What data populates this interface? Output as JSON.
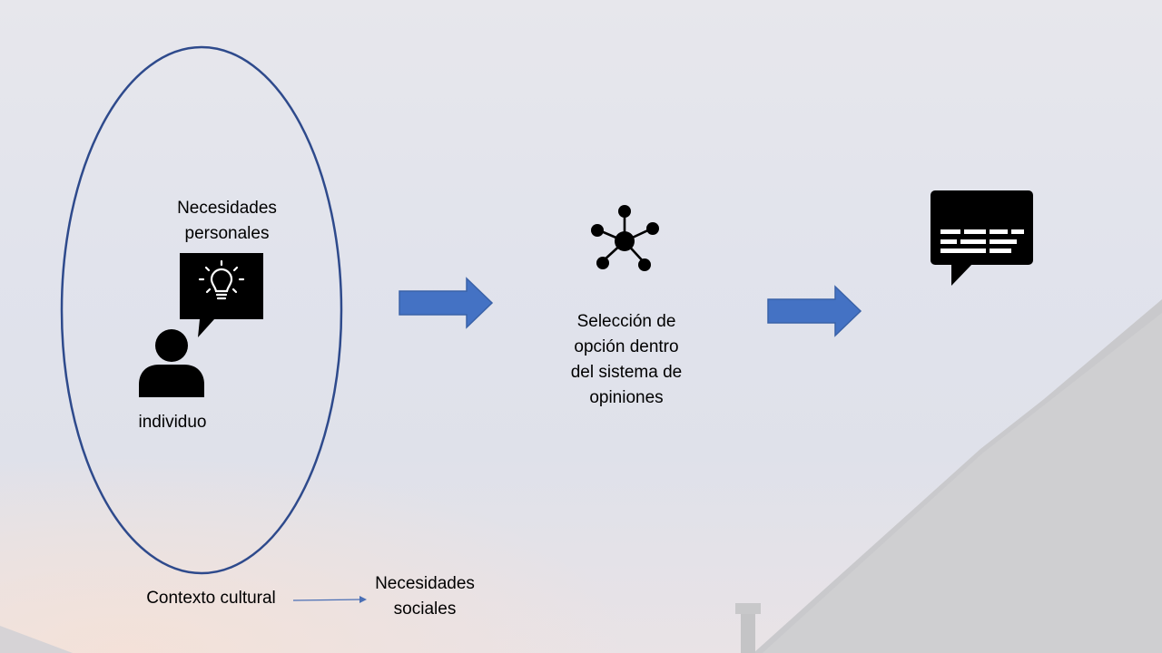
{
  "labels": {
    "personal_needs": "Necesidades\npersonales",
    "individual": "individuo",
    "selection": "Selección de\nopción dentro\ndel sistema de\nopiniones",
    "cultural_context": "Contexto cultural",
    "social_needs": "Necesidades\nsociales"
  },
  "icons": {
    "person": "person-icon",
    "lightbulb_speech": "lightbulb-speech-bubble-icon",
    "network": "network-hub-icon",
    "message": "message-bubble-icon",
    "arrow": "right-arrow-icon"
  },
  "colors": {
    "ellipse_stroke": "#2e4a8c",
    "arrow_fill": "#4472c4",
    "arrow_stroke": "#3a62a8",
    "icon_fill": "#000000"
  }
}
